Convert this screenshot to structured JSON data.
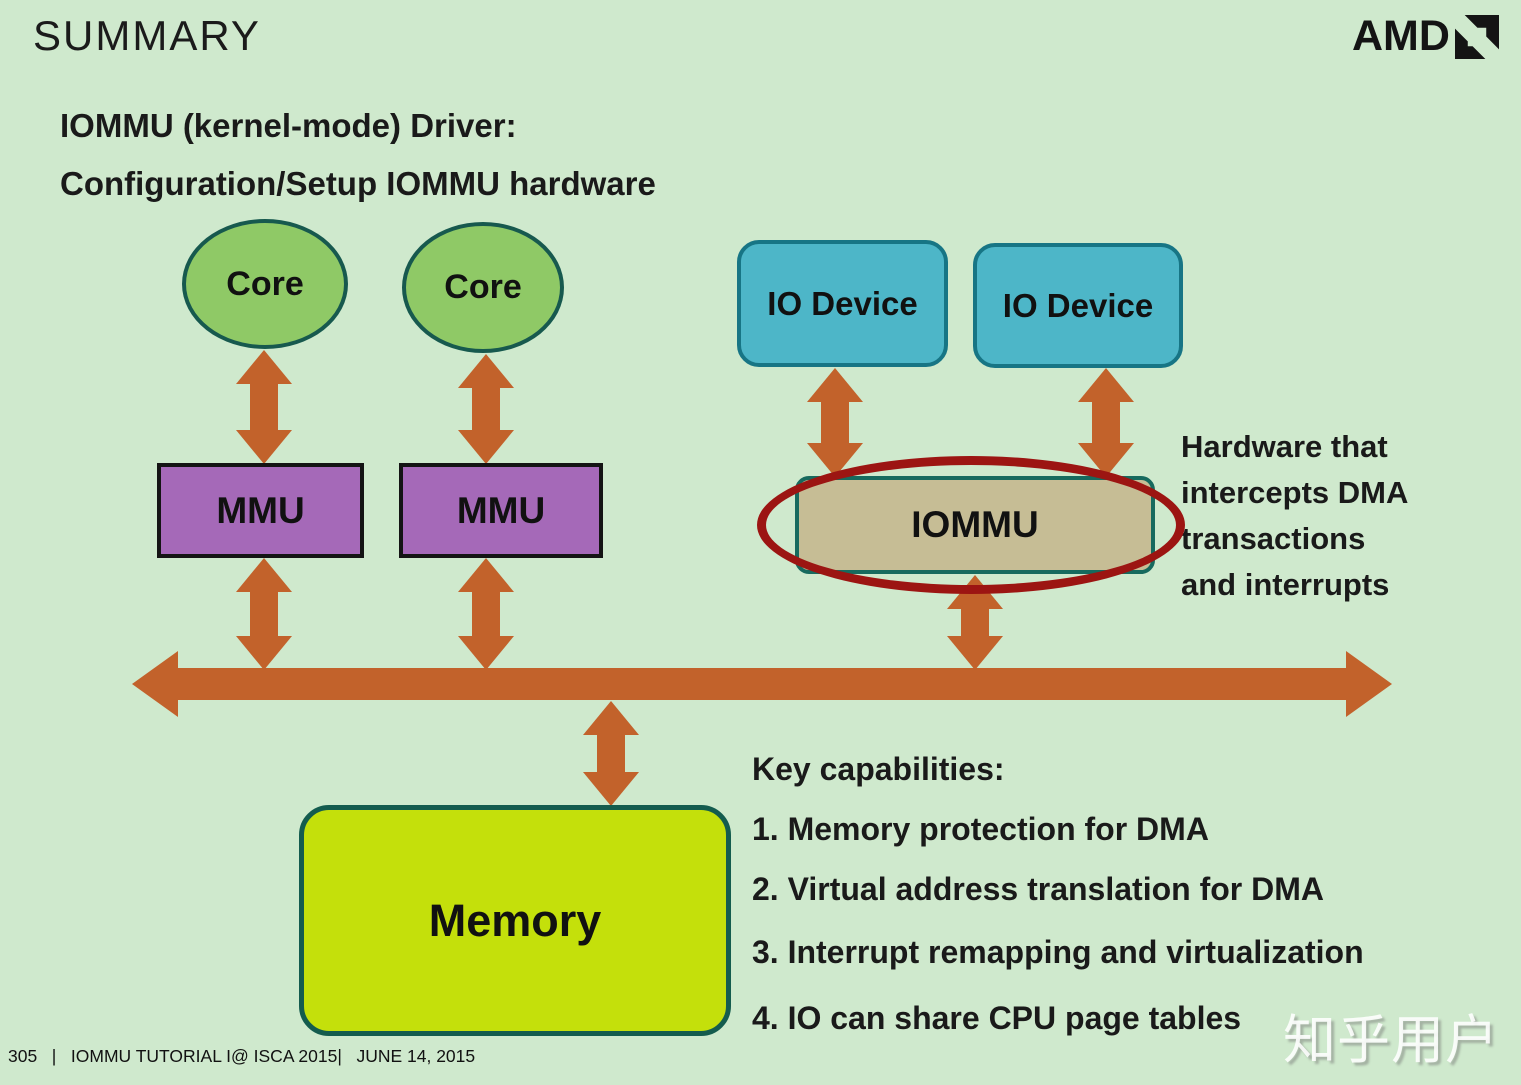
{
  "slide": {
    "title": "SUMMARY",
    "brand": {
      "wordmark": "AMD"
    },
    "heading": {
      "line1": "IOMMU (kernel-mode) Driver:",
      "line2": "Configuration/Setup IOMMU hardware"
    },
    "footer": "305   |   IOMMU TUTORIAL I@ ISCA 2015|   JUNE 14, 2015",
    "watermark": "知乎用户"
  },
  "diagram": {
    "nodes": {
      "core1": {
        "label": "Core"
      },
      "core2": {
        "label": "Core"
      },
      "io_device1": {
        "label": "IO Device"
      },
      "io_device2": {
        "label": "IO Device"
      },
      "mmu1": {
        "label": "MMU"
      },
      "mmu2": {
        "label": "MMU"
      },
      "iommu": {
        "label": "IOMMU"
      },
      "memory": {
        "label": "Memory"
      }
    },
    "edges": [
      "core1-mmu1",
      "core2-mmu2",
      "io_device1-iommu",
      "io_device2-iommu",
      "mmu1-system-bus",
      "mmu2-system-bus",
      "iommu-system-bus",
      "system-bus-memory",
      "system-bus"
    ],
    "annotation": {
      "lines": [
        "Hardware that",
        "intercepts DMA",
        "transactions",
        "and interrupts"
      ]
    },
    "colors": {
      "background": "#cfe9cd",
      "core_fill": "#8fc966",
      "core_stroke": "#17594e",
      "io_device_fill": "#4db6c8",
      "io_device_stroke": "#177585",
      "mmu_fill": "#a569b8",
      "mmu_stroke": "#141414",
      "iommu_fill": "#c6bd95",
      "iommu_stroke": "#176a5e",
      "memory_fill": "#c4e00b",
      "memory_stroke": "#145c4e",
      "arrow": "#c2622b",
      "highlight_ellipse": "#9c1512",
      "text": "#1a1a1a"
    }
  },
  "capabilities": {
    "heading": "Key capabilities:",
    "items": [
      "1. Memory protection for DMA",
      "2. Virtual address translation for DMA",
      "3. Interrupt remapping and virtualization",
      "4. IO can share CPU page tables"
    ]
  }
}
